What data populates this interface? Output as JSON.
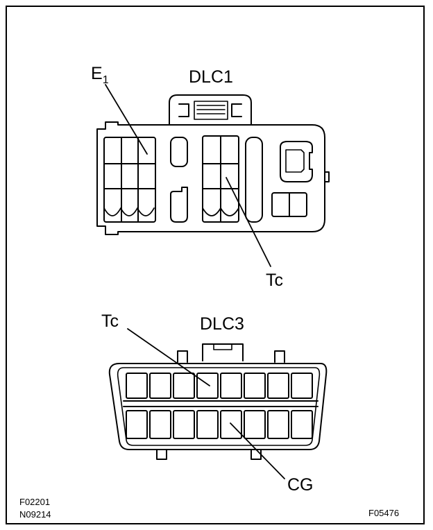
{
  "dlc1": {
    "title": "DLC1",
    "label_e1_main": "E",
    "label_e1_sub": "1",
    "label_tc": "Tc"
  },
  "dlc3": {
    "title": "DLC3",
    "label_tc": "Tc",
    "label_cg": "CG"
  },
  "footer": {
    "code_left_1": "F02201",
    "code_left_2": "N09214",
    "code_right": "F05476"
  }
}
